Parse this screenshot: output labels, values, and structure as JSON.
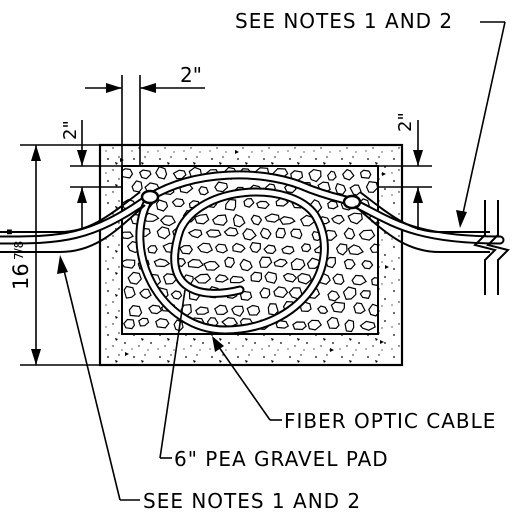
{
  "drawing": {
    "dimensions": {
      "horizontal_offset": "2\"",
      "left_vertical_offset": "2\"",
      "right_vertical_offset": "2\"",
      "overall_height_whole": "16",
      "overall_height_fraction": "7/8",
      "overall_height_unit": "\""
    },
    "callouts": {
      "notes_top": "SEE NOTES 1 AND 2",
      "fiber_cable": "FIBER OPTIC CABLE",
      "gravel_pad": "6\" PEA GRAVEL PAD",
      "notes_bottom": "SEE NOTES 1 AND 2"
    }
  }
}
